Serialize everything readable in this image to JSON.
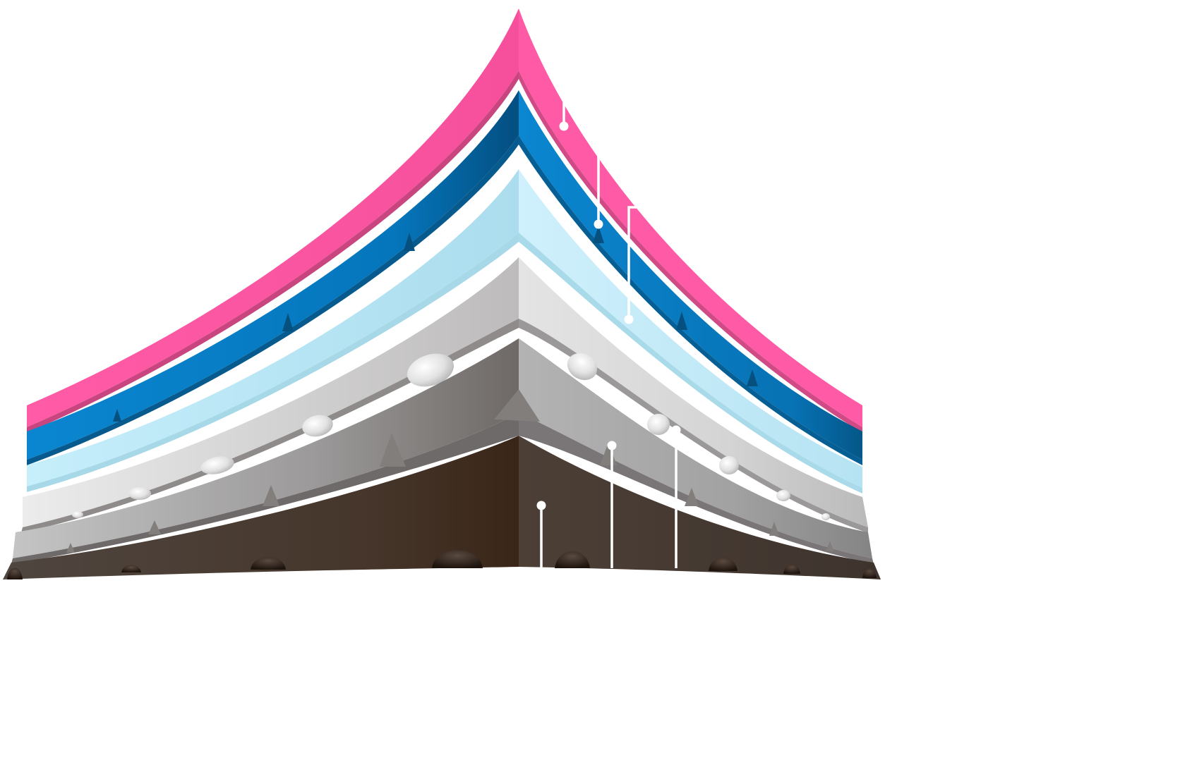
{
  "diagram": {
    "type": "layered-cross-section",
    "layer_count": 6,
    "callout_count": 6,
    "labels": []
  },
  "layers": [
    {
      "name": "pink-layer",
      "color": "#FF5AA5",
      "shade": "#C8457F"
    },
    {
      "name": "blue-layer",
      "color": "#0580C8",
      "shade": "#065A8E"
    },
    {
      "name": "light-blue-layer",
      "color": "#C2EAF8",
      "shade": "#A6D8E8"
    },
    {
      "name": "light-gray-layer",
      "color": "#D9D9DA",
      "shade": "#9A9899"
    },
    {
      "name": "gray-layer",
      "color": "#ABABAC",
      "shade": "#6E6A69"
    },
    {
      "name": "dark-brown-layer",
      "color": "#4A3C33",
      "shade": "#2E2019"
    }
  ],
  "background": "#FFFFFF",
  "callout_color": "#FFFFFF"
}
